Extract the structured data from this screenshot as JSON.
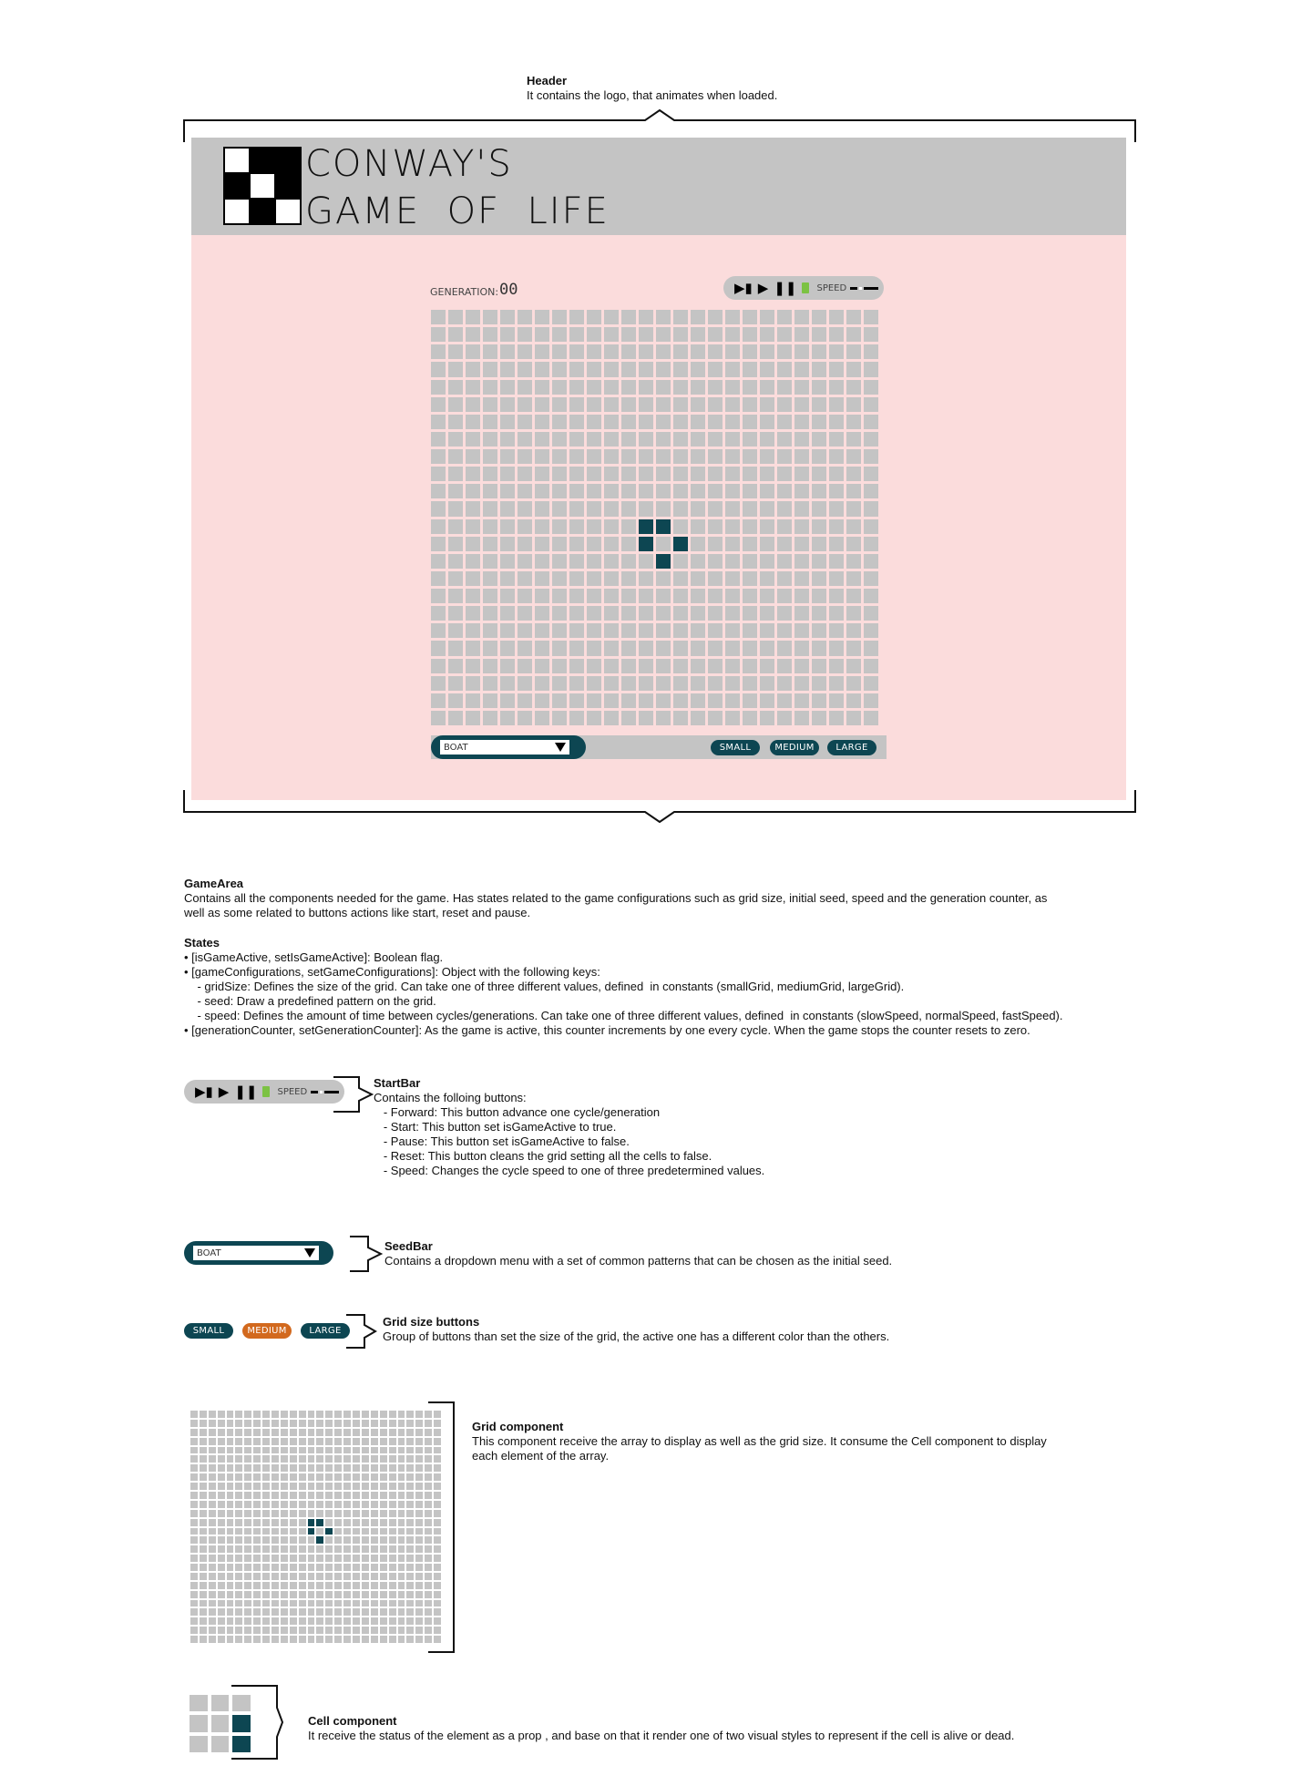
{
  "header_note": {
    "title": "Header",
    "body": "It contains the logo, that animates when loaded."
  },
  "logo": {
    "line1": "CONWAY'S",
    "line2": "GAME  OF  LIFE",
    "pattern": [
      0,
      1,
      1,
      1,
      0,
      1,
      0,
      1,
      0
    ]
  },
  "game": {
    "generation_label": "GENERATION:",
    "generation_value": "00",
    "startbar": {
      "forward_icon": "step-forward-icon",
      "start_icon": "play-icon",
      "pause_icon": "pause-icon",
      "reset_icon": "trash-icon",
      "speed_label": "SPEED"
    },
    "seedbar": {
      "selected": "BOAT"
    },
    "size_buttons": [
      "SMALL",
      "MEDIUM",
      "LARGE"
    ],
    "active_size": "SMALL",
    "grid": {
      "rows": 24,
      "cols": 26,
      "alive": [
        [
          12,
          12
        ],
        [
          12,
          13
        ],
        [
          13,
          12
        ],
        [
          13,
          14
        ],
        [
          14,
          13
        ]
      ]
    }
  },
  "colors": {
    "header_bg": "#c4c4c4",
    "game_bg": "#fbdcdc",
    "dead_cell": "#c4c4c4",
    "alive_cell": "#0d4652",
    "button_dark": "#0d4652",
    "button_active": "#d2691e",
    "reset_green": "#7cc243"
  },
  "notes": {
    "gamearea": {
      "title": "GameArea",
      "body": "Contains all the components needed for the game. Has states related to the game configurations such as grid size, initial seed, speed and the generation counter, as\nwell as some related to buttons actions like start, reset and pause."
    },
    "states": {
      "title": "States",
      "lines": [
        "• [isGameActive, setIsGameActive]: Boolean flag.",
        "• [gameConfigurations, setGameConfigurations]: Object with the following keys:",
        "    - gridSize: Defines the size of the grid. Can take one of three different values, defined  in constants (smallGrid, mediumGrid, largeGrid).",
        "    - seed: Draw a predefined pattern on the grid.",
        "    - speed: Defines the amount of time between cycles/generations. Can take one of three different values, defined  in constants (slowSpeed, normalSpeed, fastSpeed).",
        "• [generationCounter, setGenerationCounter]: As the game is active, this counter increments by one every cycle. When the game stops the counter resets to zero."
      ]
    },
    "startbar": {
      "title": "StartBar",
      "lines": [
        "Contains the folloing buttons:",
        "   - Forward: This button advance one cycle/generation",
        "   - Start: This button set isGameActive to true.",
        "   - Pause: This button set isGameActive to false.",
        "   - Reset: This button cleans the grid setting all the cells to false.",
        "   - Speed: Changes the cycle speed to one of three predetermined values."
      ]
    },
    "seedbar": {
      "title": "SeedBar",
      "body": "Contains a dropdown menu with a set of common patterns that can be chosen as the initial seed."
    },
    "gridsize": {
      "title": "Grid size buttons",
      "body": "Group of buttons than set the size of the grid, the active one has a different color than the others."
    },
    "grid": {
      "title": "Grid component",
      "body": "This component receive the array to display as well as the grid size. It consume the Cell component to display\neach element of the array."
    },
    "cell": {
      "title": "Cell component",
      "body": "It receive the status of the element as a prop , and base on that it render one of two visual styles to represent if the cell is alive or dead."
    }
  },
  "examples": {
    "seed_selected": "BOAT",
    "size_buttons": [
      "SMALL",
      "MEDIUM",
      "LARGE"
    ],
    "active_size": "MEDIUM",
    "speed_label": "SPEED",
    "mini_grid": {
      "rows": 26,
      "cols": 28,
      "alive": [
        [
          12,
          13
        ],
        [
          12,
          14
        ],
        [
          13,
          13
        ],
        [
          13,
          15
        ],
        [
          14,
          14
        ]
      ]
    },
    "cell_demo": {
      "rows": 3,
      "cols": 3,
      "alive": [
        [
          1,
          2
        ],
        [
          2,
          2
        ]
      ]
    }
  }
}
